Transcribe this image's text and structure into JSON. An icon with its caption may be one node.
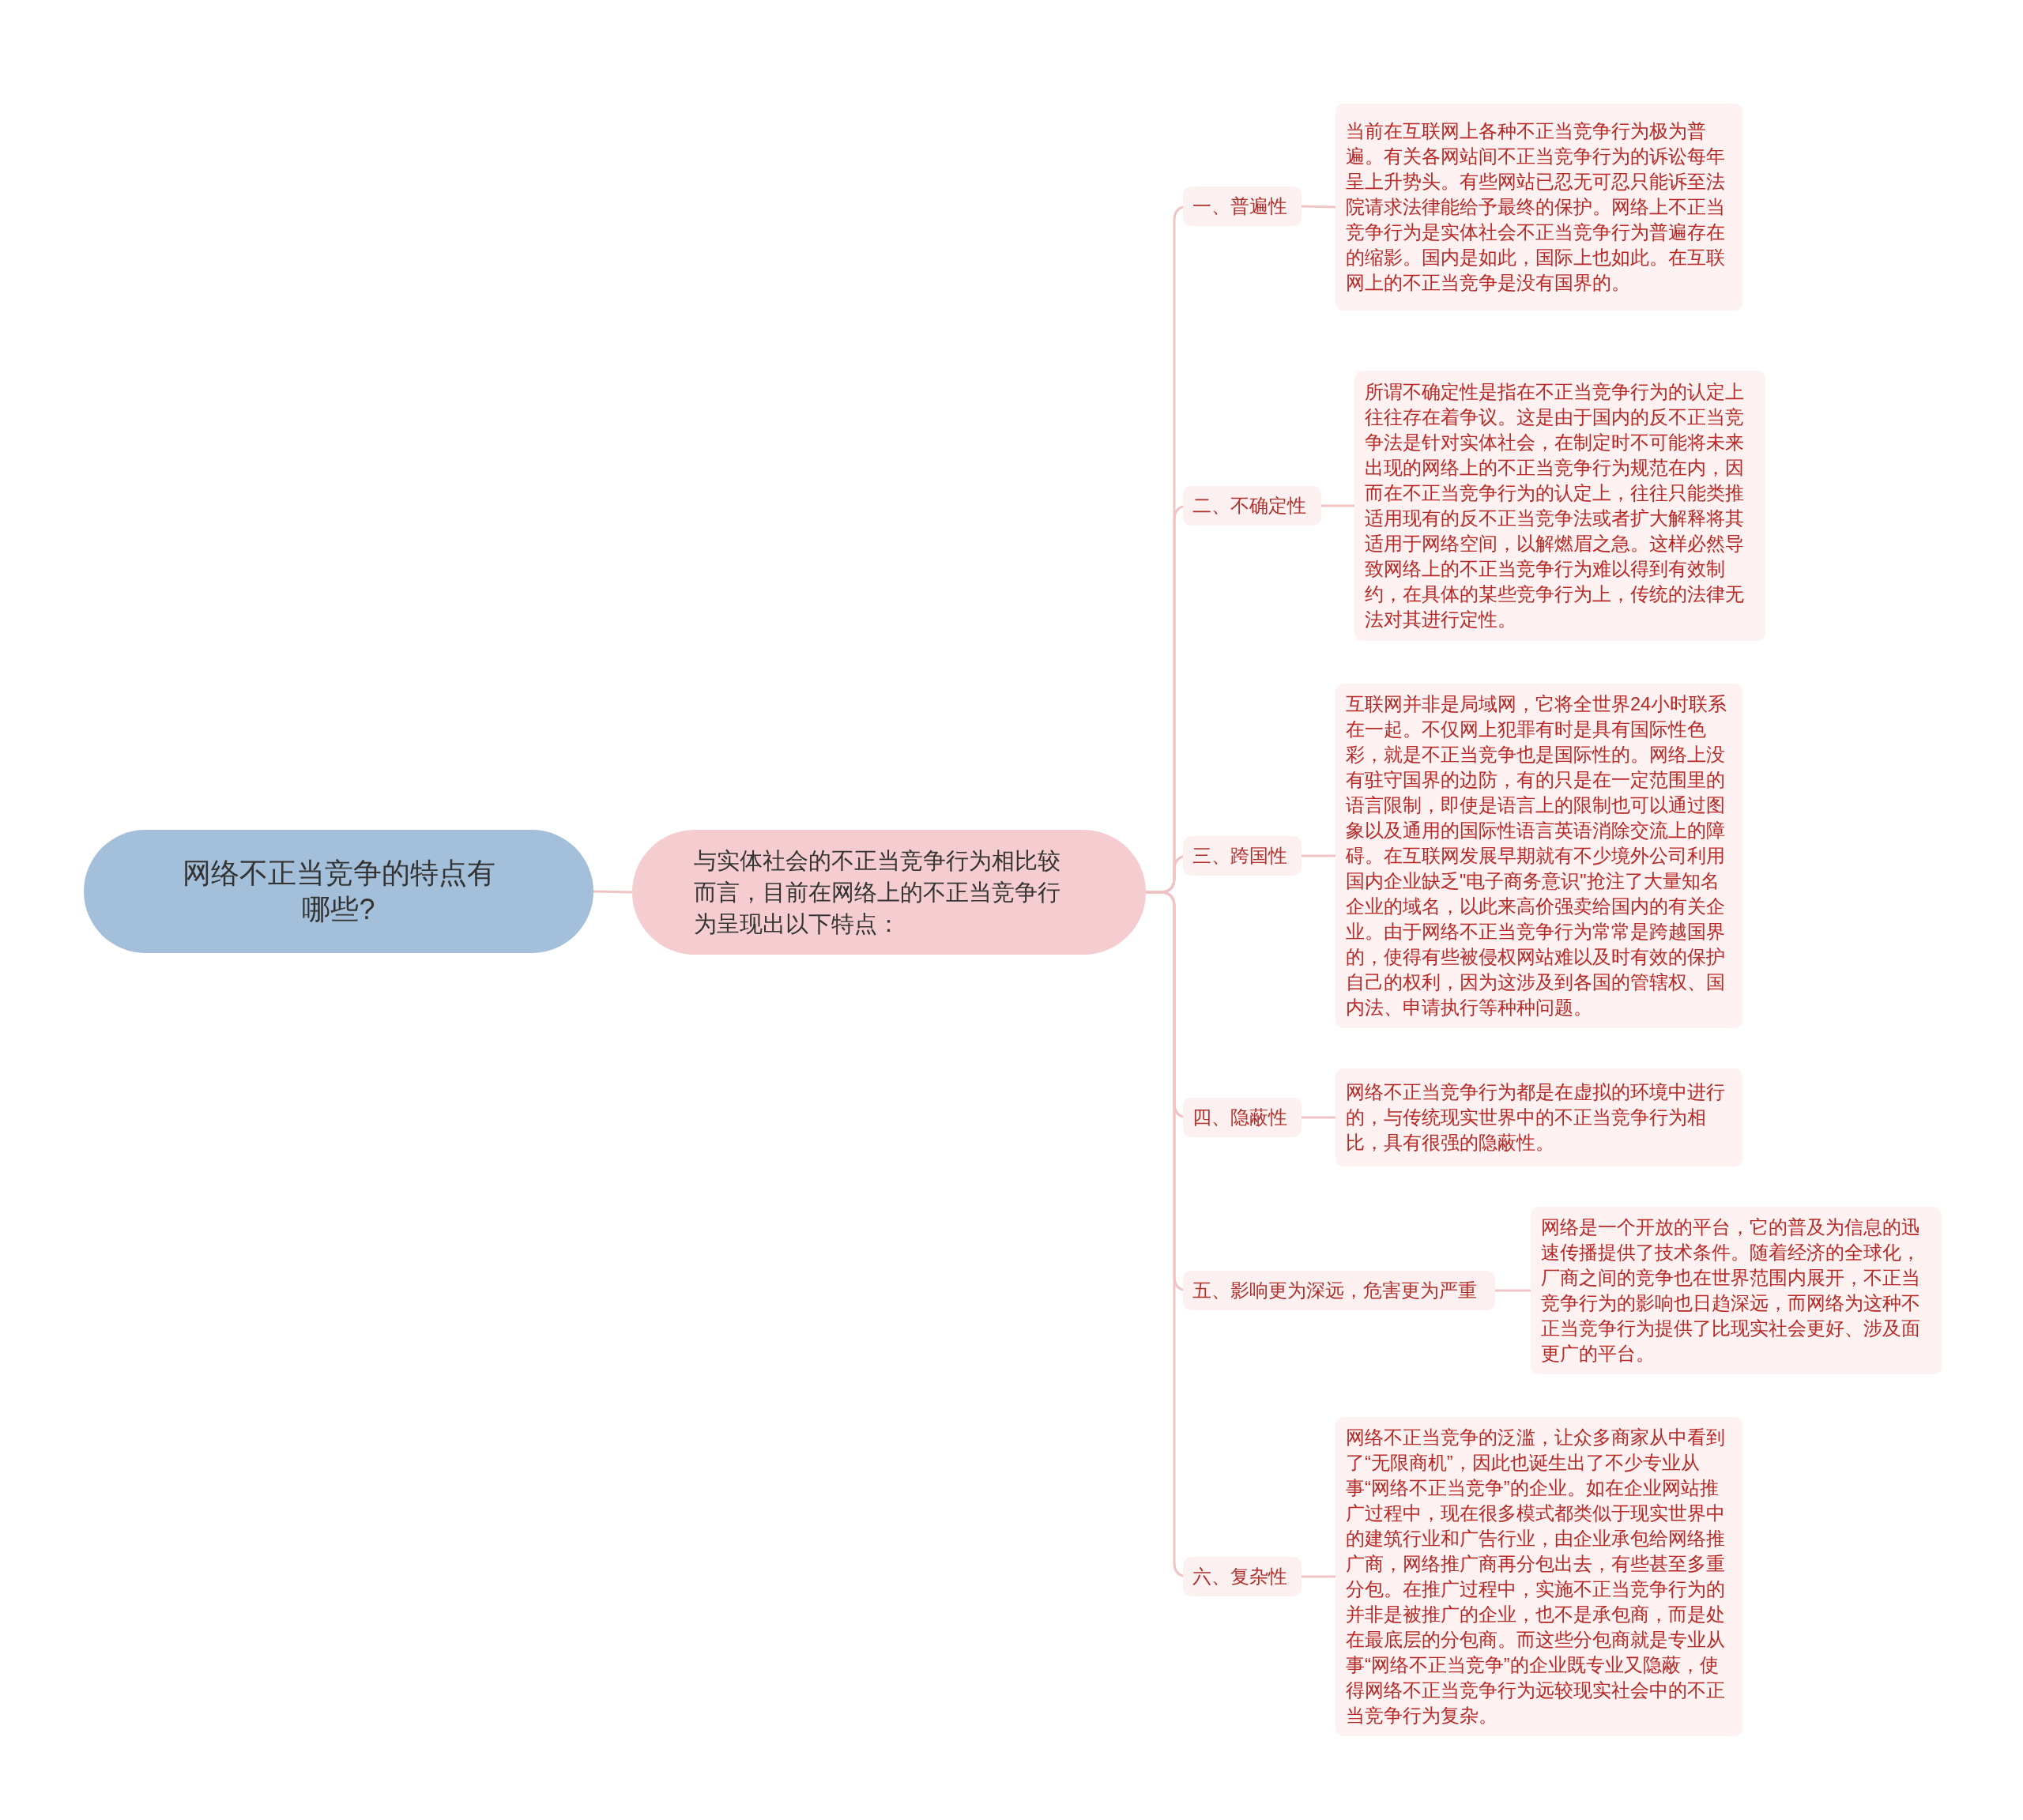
{
  "diagram": {
    "nodes": [
      {
        "text": [
          "网络不正当竞争的特点有哪些?"
        ]
      },
      {
        "text": [
          "与实体社会的不正当竞争行为相比较而言，目前在网络上的不正当竞争行为呈现出以下特点："
        ]
      },
      {
        "text": [
          "一、普遍性"
        ]
      },
      {
        "text": [
          "当前在互联网上各种不正当竞争行为极为普遍。有关各网站间不正当竞争行为的诉讼每年呈上升势头。有些网站已忍无可忍只能诉至法院请求法律能给予最终的保护。网络上不正当竞争行为是实体社会不正当竞争行为普遍存在的缩影。国内是如此，国际上也如此。在互联网上的不正当竞争是没有国界的。"
        ]
      },
      {
        "text": [
          "二、不确定性"
        ]
      },
      {
        "text": [
          "所谓不确定性是指在不正当竞争行为的认定上往往存在着争议。这是由于国内的反不正当竞争法是针对实体社会，在制定时不可能将未来出现的网络上的不正当竞争行为规范在内，因而在不正当竞争行为的认定上，往往只能类推适用现有的反不正当竞争法或者扩大解释将其适用于网络空间，以解燃眉之急。这样必然导致网络上的不正当竞争行为难以得到有效制约，在具体的某些竞争行为上，传统的法律无法对其进行定性。"
        ]
      },
      {
        "text": [
          "三、跨国性"
        ]
      },
      {
        "text": [
          "互联网并非是局域网，它将全世界24小时联系在一起。不仅网上犯罪有时是具有国际性色彩，就是不正当竞争也是国际性的。网络上没有驻守国界的边防，有的只是在一定范围里的语言限制，即使是语言上的限制也可以通过图象以及通用的国际性语言英语消除交流上的障碍。在互联网发展早期就有不少境外公司利用国内企业缺乏\"电子商务意识\"抢注了大量知名企业的域名，以此来高价强卖给国内的有关企业。由于网络不正当竞争行为常常是跨越国界的，使得有些被侵权网站难以及时有效的保护自己的权利，因为这涉及到各国的管辖权、国内法、申请执行等种种问题。"
        ]
      },
      {
        "text": [
          "四、隐蔽性"
        ]
      },
      {
        "text": [
          "网络不正当竞争行为都是在虚拟的环境中进行的，与传统现实世界中的不正当竞争行为相比，具有很强的隐蔽性。"
        ]
      },
      {
        "text": [
          "五、影响更为深远，危害更为严重"
        ]
      },
      {
        "text": [
          "网络是一个开放的平台，它的普及为信息的迅速传播提供了技术条件。随着经济的全球化，厂商之间的竞争也在世界范围内展开，不正当竞争行为的影响也日趋深远，而网络为这种不正当竞争行为提供了比现实社会更好、涉及面更广的平台。"
        ]
      },
      {
        "text": [
          "六、复杂性"
        ]
      },
      {
        "text": [
          "网络不正当竞争的泛滥，让众多商家从中看到了“无限商机”，因此也诞生出了不少专业从事“网络不正当竞争”的企业。如在企业网站推广过程中，现在很多模式都类似于现实世界中的建筑行业和广告行业，由企业承包给网络推广商，网络推广商再分包出去，有些甚至多重分包。在推广过程中，实施不正当竞争行为的并非是被推广的企业，也不是承包商，而是处在最底层的分包商。而这些分包商就是专业从事“网络不正当竞争”的企业既专业又隐蔽，使得网络不正当竞争行为远较现实社会中的不正当竞争行为复杂。"
        ]
      }
    ],
    "edges": [
      {
        "from": 0,
        "to": 1,
        "arrow": "none"
      },
      {
        "from": 1,
        "to": 2,
        "arrow": "none"
      },
      {
        "from": 2,
        "to": 3,
        "arrow": "none"
      },
      {
        "from": 1,
        "to": 4,
        "arrow": "none"
      },
      {
        "from": 4,
        "to": 5,
        "arrow": "none"
      },
      {
        "from": 1,
        "to": 6,
        "arrow": "none"
      },
      {
        "from": 6,
        "to": 7,
        "arrow": "none"
      },
      {
        "from": 1,
        "to": 8,
        "arrow": "none"
      },
      {
        "from": 8,
        "to": 9,
        "arrow": "none"
      },
      {
        "from": 1,
        "to": 10,
        "arrow": "none"
      },
      {
        "from": 10,
        "to": 11,
        "arrow": "none"
      },
      {
        "from": 1,
        "to": 12,
        "arrow": "none"
      },
      {
        "from": 12,
        "to": 13,
        "arrow": "none"
      }
    ]
  }
}
